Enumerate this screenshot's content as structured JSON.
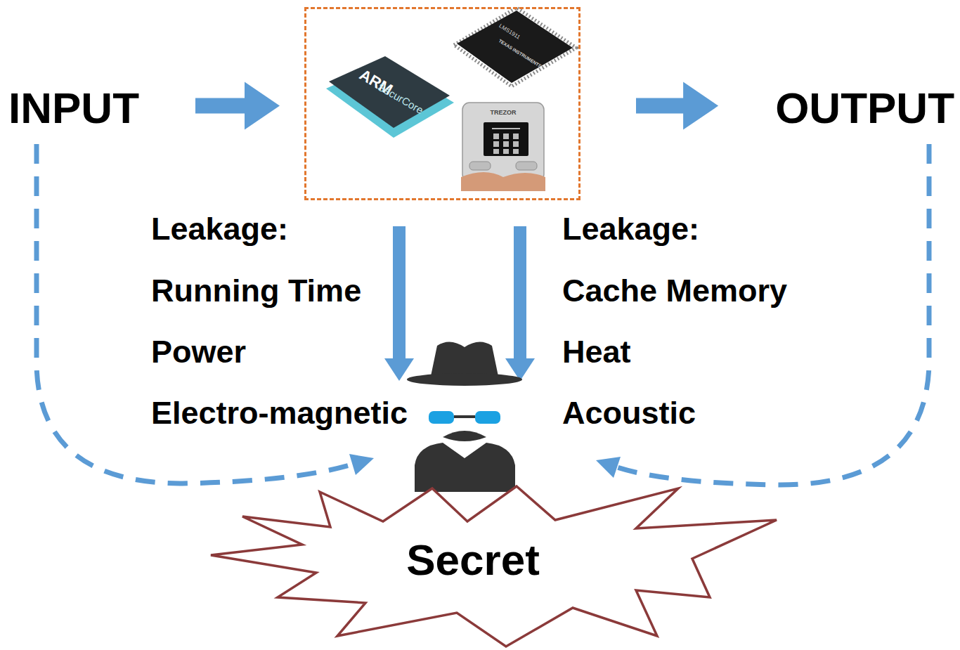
{
  "diagram": {
    "nodes": [
      {
        "text": [
          "INPUT"
        ]
      },
      {
        "text": [
          "ARM",
          "SecurCore",
          "LMS1911",
          "TEXAS INSTRUMENTS",
          "TREZOR"
        ]
      },
      {
        "text": [
          "OUTPUT"
        ]
      },
      {
        "text": [
          "Secret"
        ]
      }
    ],
    "edges": [
      {
        "from": 0,
        "to": 1,
        "arrow": "to"
      },
      {
        "from": 1,
        "to": 2,
        "arrow": "to"
      }
    ],
    "labels": [
      "Leakage:",
      "Running Time",
      "Power",
      "Electro-magnetic",
      "Leakage:",
      "Cache Memory",
      "Heat",
      "Acoustic"
    ]
  }
}
